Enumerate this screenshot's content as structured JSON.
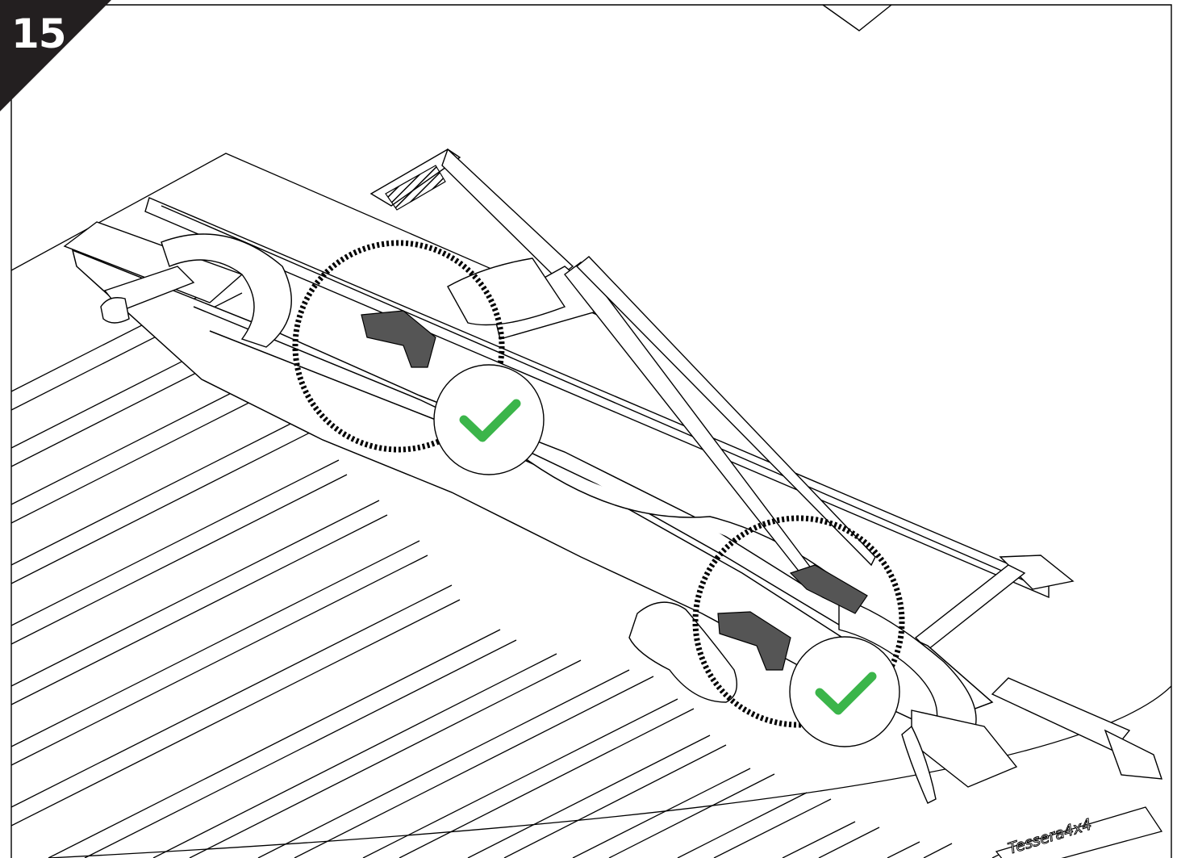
{
  "step": {
    "number": "15"
  },
  "brand": {
    "name": "Tessera4x4"
  },
  "status": {
    "mark_color": "#3bb54a",
    "ring_color": "#000000",
    "ring_style": "dotted"
  },
  "icons": [
    "checkmark-icon",
    "checkmark-icon"
  ]
}
